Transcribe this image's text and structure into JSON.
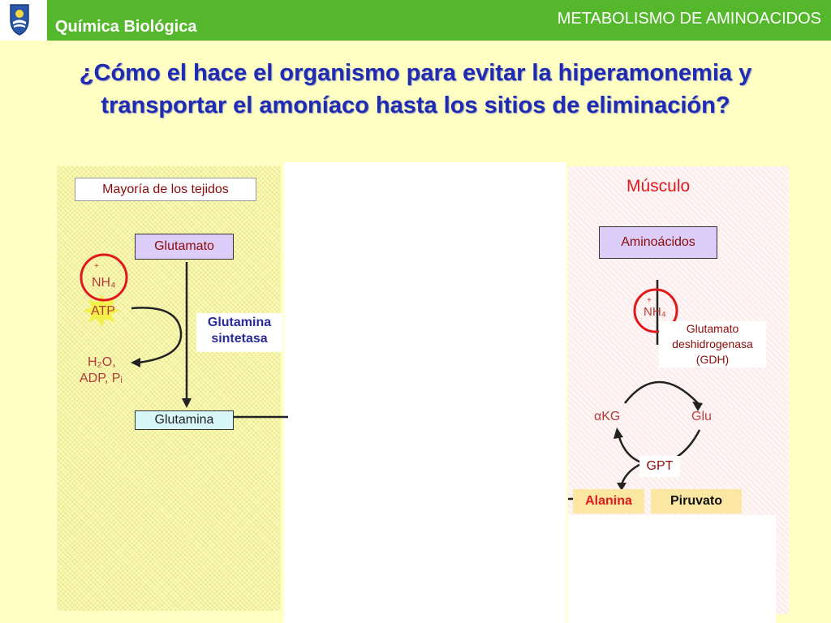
{
  "header": {
    "course": "Química Biológica",
    "topic": "METABOLISMO DE AMINOACIDOS"
  },
  "title": "¿Cómo el hace el organismo para evitar la hiperamonemia y transportar el amoníaco hasta los sitios de eliminación?",
  "left": {
    "tissues_label": "Mayoría de los tejidos",
    "glutamate": "Glutamato",
    "ammonium": "NH₄",
    "atp": "ATP",
    "byproducts_line1": "H₂O,",
    "byproducts_line2": "ADP, Pᵢ",
    "enzyme_line1": "Glutamina",
    "enzyme_line2": "sintetasa",
    "glutamine": "Glutamina"
  },
  "right": {
    "muscle_label": "Músculo",
    "amino_acids": "Aminoácidos",
    "ammonium": "NH₄",
    "enzyme_line1": "Glutamato",
    "enzyme_line2": "deshidrogenasa",
    "enzyme_line3": "(GDH)",
    "akg": "αKG",
    "glu": "Glu",
    "gpt": "GPT",
    "alanine": "Alanina",
    "pyruvate": "Piruvato"
  },
  "colors": {
    "header_green": "#55b82c",
    "title_blue": "#1f2bb3",
    "dark_red": "#8b0a0a",
    "circle_red": "#e0191e",
    "enzyme_blue": "#2a2a9a",
    "box_lavender": "#dccdf8",
    "box_cyan": "#d6f6f8",
    "box_tan": "#fbe7a1"
  }
}
